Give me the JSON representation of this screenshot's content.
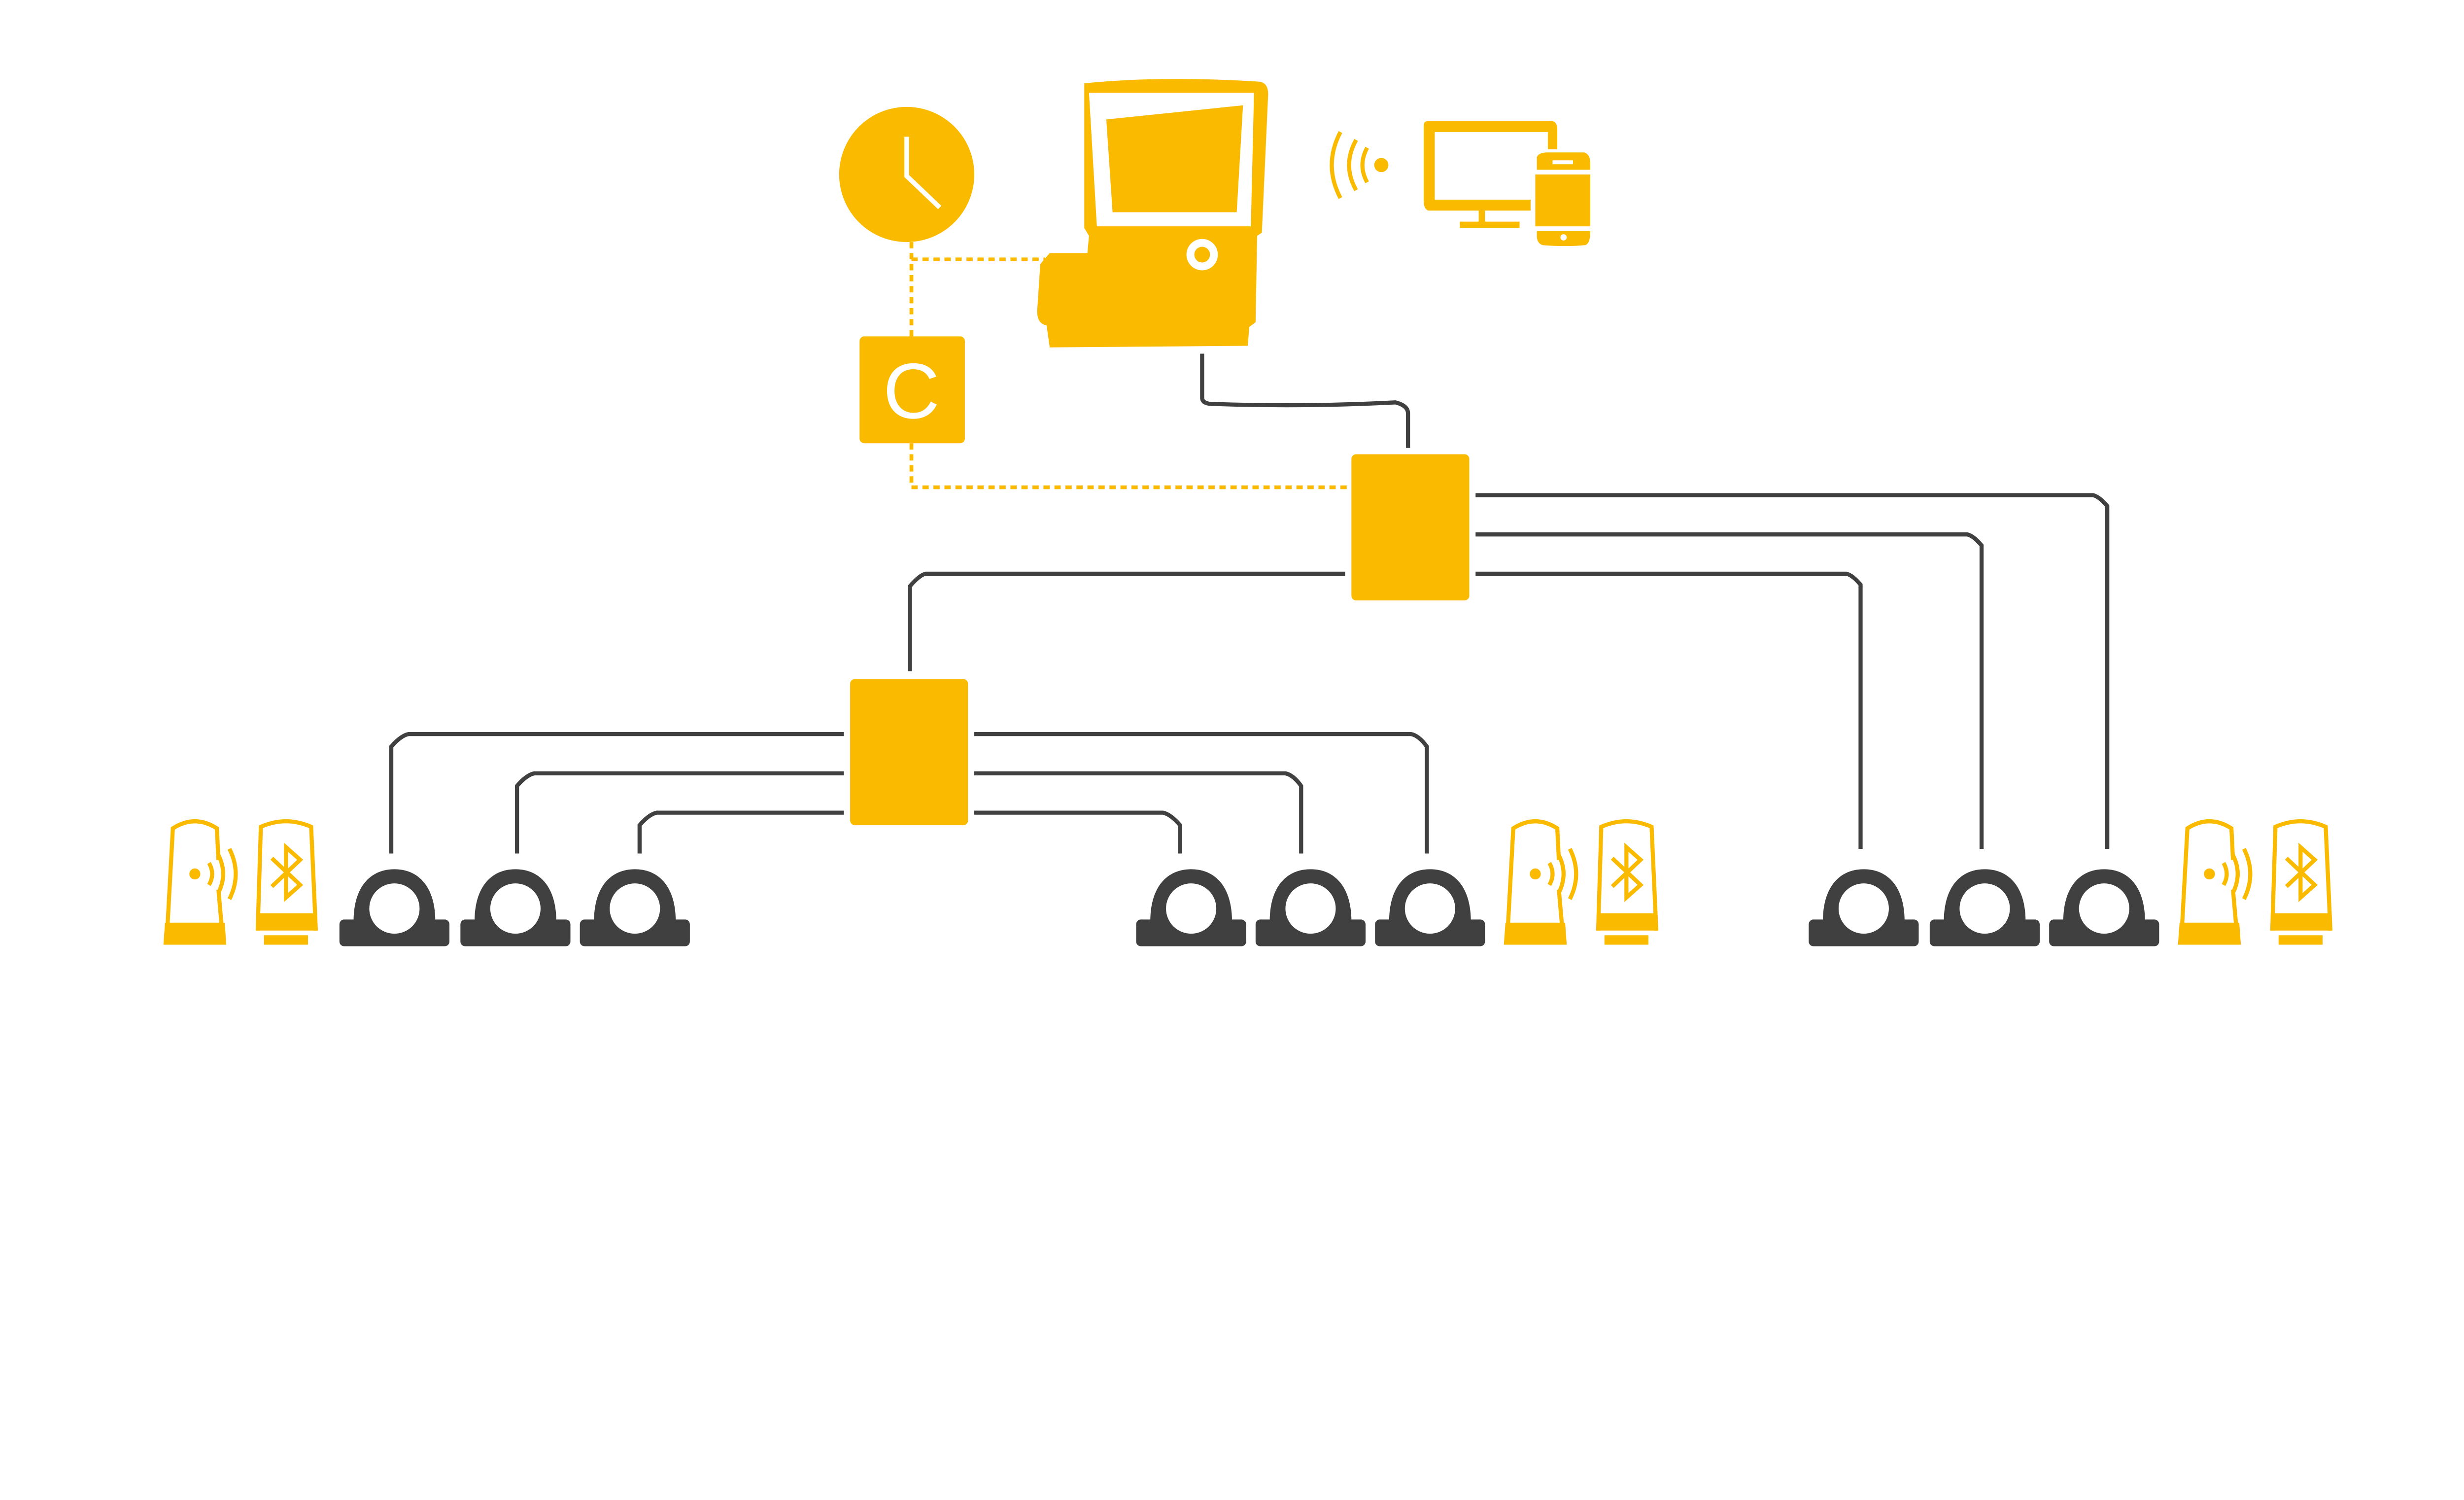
{
  "diagram": {
    "title_logo_letter": "C",
    "colors": {
      "accent": "#F9BA00",
      "wire": "#404040",
      "background": "#FFFFFF"
    },
    "nodes": {
      "clock": "clock-icon",
      "controller": "controller-c-box",
      "central_unit": "central-unit-device",
      "wireless": "wireless-signal-icon",
      "remote_devices": [
        "monitor-icon",
        "smartphone-icon"
      ],
      "hubs": [
        "hub-main",
        "hub-secondary"
      ],
      "sensor_count": 9,
      "beacon_groups": 3
    }
  }
}
